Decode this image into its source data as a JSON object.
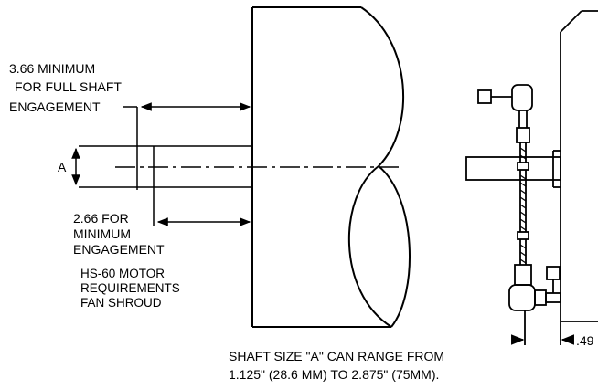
{
  "labels": {
    "min_full_1": "3.66 MINIMUM",
    "min_full_2": "FOR FULL SHAFT",
    "min_full_3": "ENGAGEMENT",
    "shaft_a": "A",
    "min_eng_1": "2.66 FOR",
    "min_eng_2": "MINIMUM",
    "min_eng_3": "ENGAGEMENT",
    "motor_1": "HS-60 MOTOR",
    "motor_2": "REQUIREMENTS",
    "motor_3": "FAN SHROUD",
    "right_dim": ".49",
    "note_1": "SHAFT SIZE \"A\" CAN RANGE FROM",
    "note_2": "1.125\" (28.6 MM) TO 2.875\" (75MM)."
  }
}
